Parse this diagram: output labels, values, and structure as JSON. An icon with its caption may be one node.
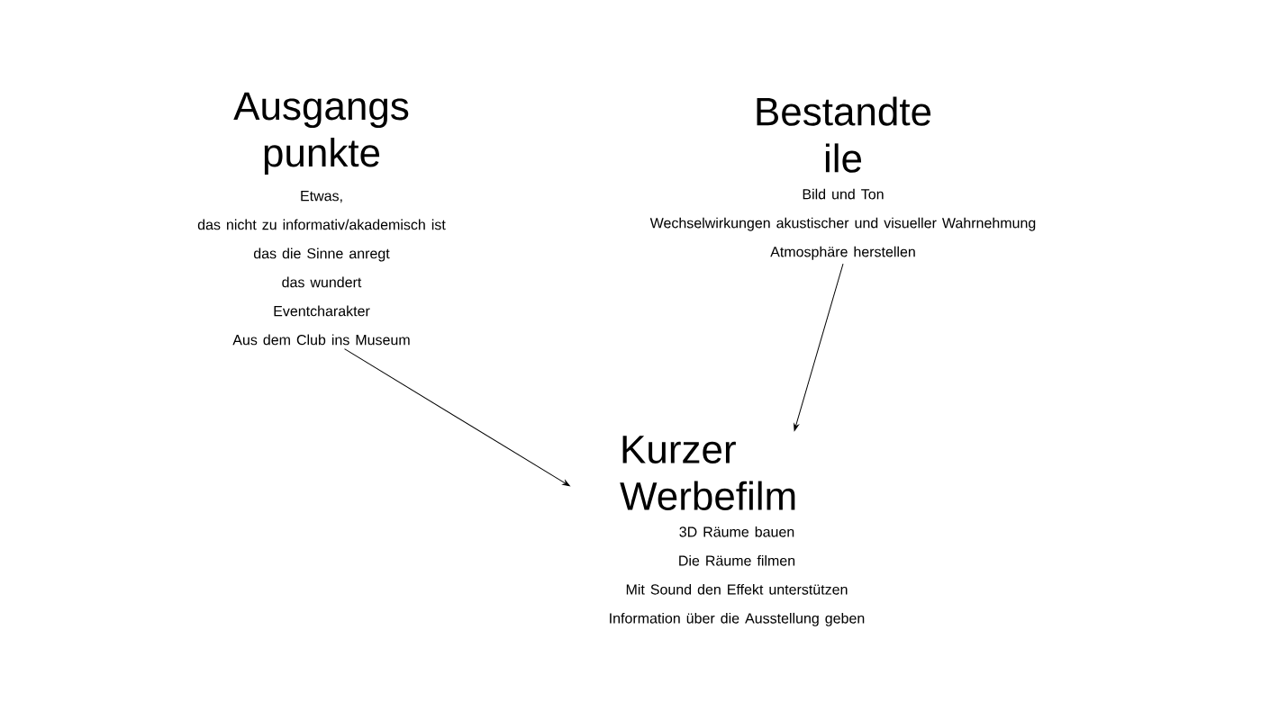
{
  "diagram": {
    "nodes": [
      {
        "text": [
          "Ausgangs punkte",
          "Etwas,",
          "das nicht zu informativ/akademisch ist",
          "das die Sinne anregt",
          "das wundert",
          "Eventcharakter",
          "Aus dem Club ins Museum"
        ]
      },
      {
        "text": [
          "Bestandte ile",
          "Bild und Ton",
          "Wechselwirkungen akustischer und visueller Wahrnehmung",
          "Atmosphäre herstellen"
        ]
      },
      {
        "text": [
          "Kurzer Werbefilm",
          "3D Räume bauen",
          "Die Räume filmen",
          "Mit Sound den Effekt unterstützen",
          "Information über die Ausstellung geben"
        ]
      }
    ],
    "edges": [
      {
        "from": 0,
        "to": 2,
        "arrow": "to"
      },
      {
        "from": 1,
        "to": 2,
        "arrow": "to"
      }
    ]
  }
}
